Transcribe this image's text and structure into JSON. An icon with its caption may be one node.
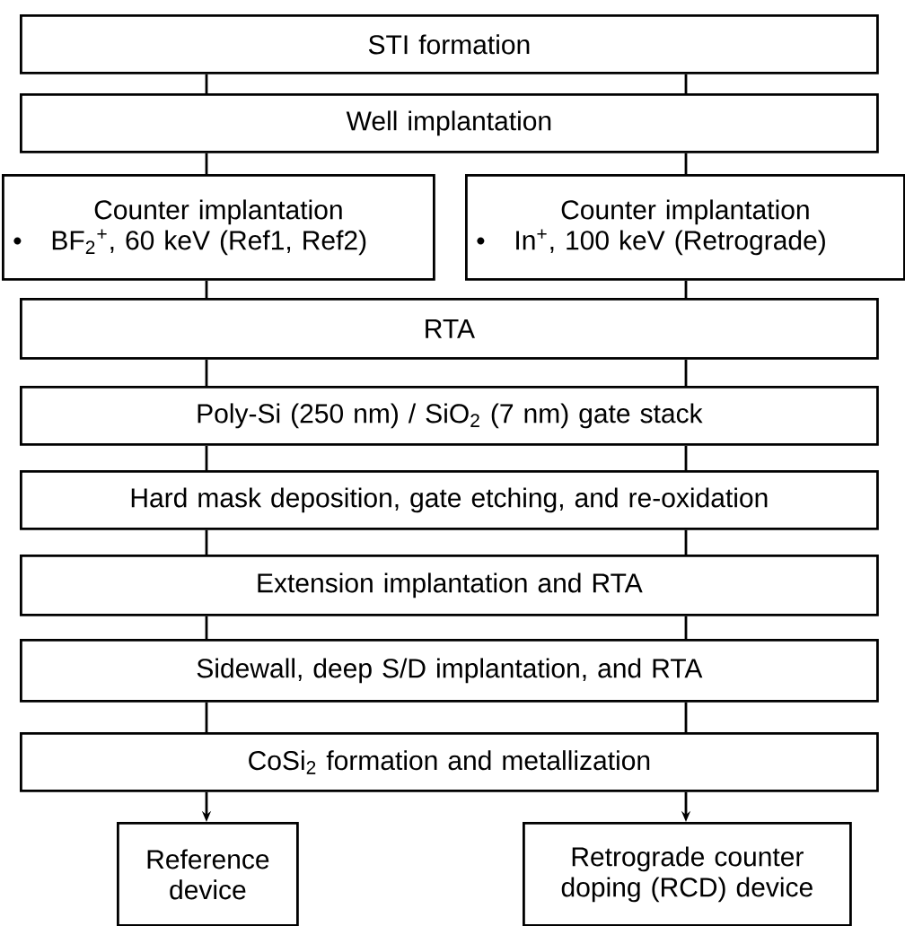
{
  "diagram": {
    "nodes": [
      {
        "text": [
          "STI formation"
        ]
      },
      {
        "text": [
          "Well implantation"
        ]
      },
      {
        "text": [
          "Counter implantation",
          "BF$_{2}$$^{+}$, 60 keV (Ref1, Ref2)"
        ]
      },
      {
        "text": [
          "Counter implantation",
          "In$^{+}$, 100 keV (Retrograde)"
        ]
      },
      {
        "text": [
          "RTA"
        ]
      },
      {
        "text": [
          "Poly-Si (250 nm) / SiO$_{2}$ (7 nm) gate stack"
        ]
      },
      {
        "text": [
          "Hard mask deposition, gate etching, and re-oxidation"
        ]
      },
      {
        "text": [
          "Extension implantation and RTA"
        ]
      },
      {
        "text": [
          "Sidewall, deep S/D implantation, and RTA"
        ]
      },
      {
        "text": [
          "CoSi$_{2}$ formation and metallization"
        ]
      },
      {
        "text": [
          "Reference device"
        ]
      },
      {
        "text": [
          "Retrograde counter doping (RCD) device"
        ]
      }
    ],
    "edges": [
      {
        "from": 0,
        "to": 1,
        "arrow": "none"
      },
      {
        "from": 0,
        "to": 1,
        "arrow": "none"
      },
      {
        "from": 1,
        "to": 2,
        "arrow": "none"
      },
      {
        "from": 1,
        "to": 3,
        "arrow": "none"
      },
      {
        "from": 2,
        "to": 4,
        "arrow": "none"
      },
      {
        "from": 3,
        "to": 4,
        "arrow": "none"
      },
      {
        "from": 4,
        "to": 5,
        "arrow": "none"
      },
      {
        "from": 4,
        "to": 5,
        "arrow": "none"
      },
      {
        "from": 5,
        "to": 6,
        "arrow": "none"
      },
      {
        "from": 5,
        "to": 6,
        "arrow": "none"
      },
      {
        "from": 6,
        "to": 7,
        "arrow": "none"
      },
      {
        "from": 6,
        "to": 7,
        "arrow": "none"
      },
      {
        "from": 7,
        "to": 8,
        "arrow": "none"
      },
      {
        "from": 7,
        "to": 8,
        "arrow": "none"
      },
      {
        "from": 8,
        "to": 9,
        "arrow": "none"
      },
      {
        "from": 8,
        "to": 9,
        "arrow": "none"
      },
      {
        "from": 9,
        "to": 10,
        "arrow": "to"
      },
      {
        "from": 9,
        "to": 11,
        "arrow": "to"
      }
    ]
  }
}
